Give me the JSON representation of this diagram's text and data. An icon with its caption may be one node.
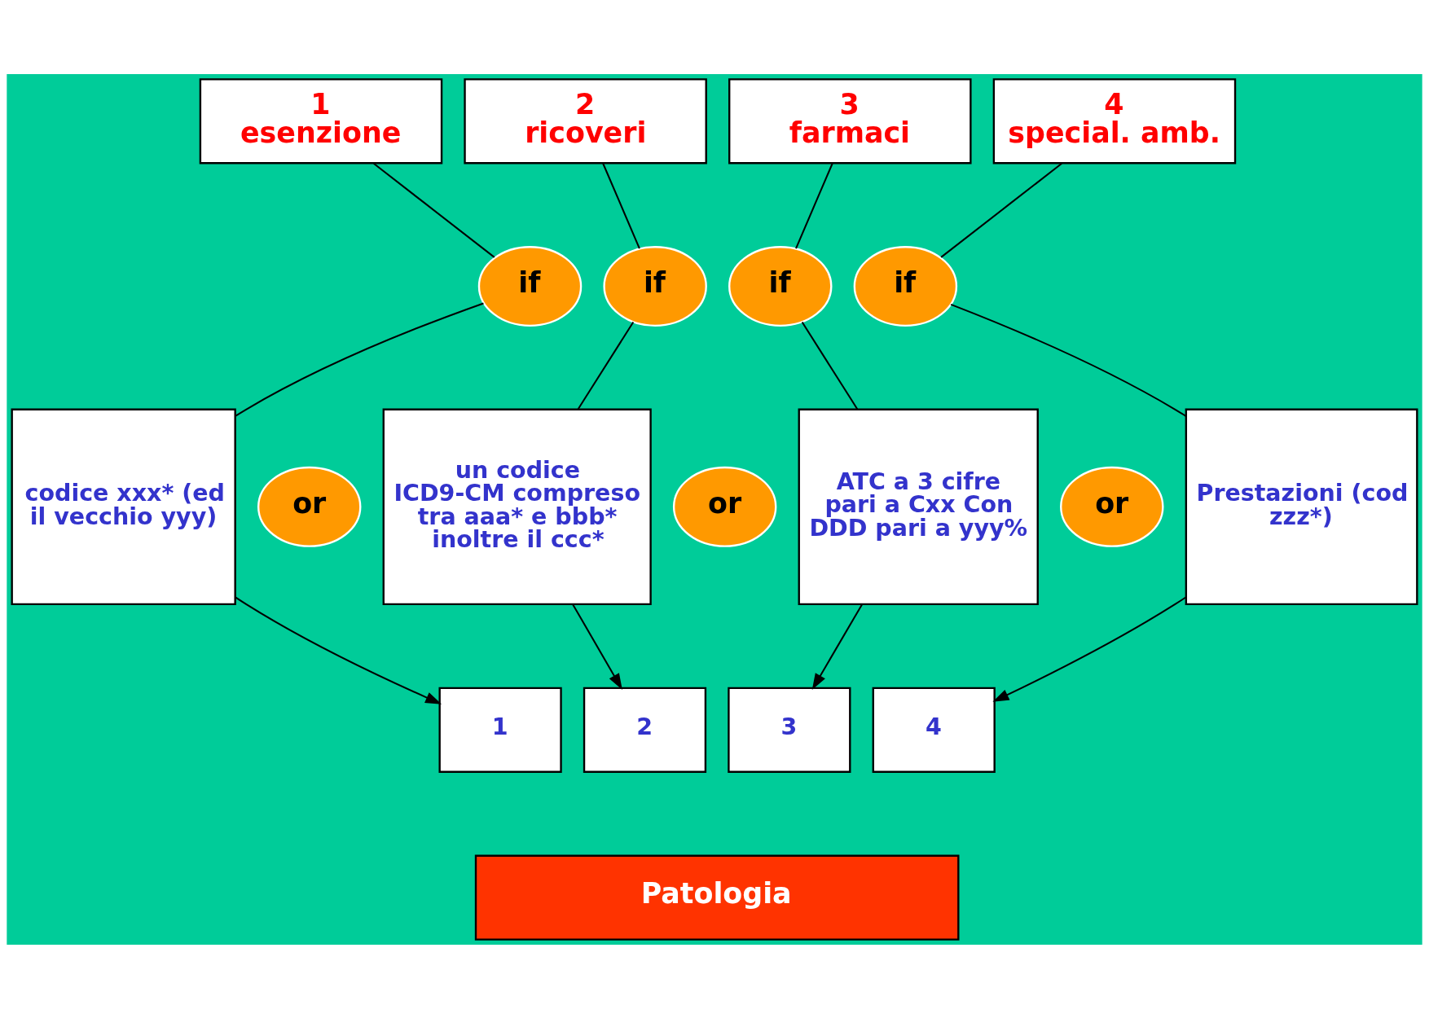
{
  "diagram": {
    "nodes": [
      {
        "text": [
          "1",
          "esenzione"
        ]
      },
      {
        "text": [
          "2",
          "ricoveri"
        ]
      },
      {
        "text": [
          "3",
          "farmaci"
        ]
      },
      {
        "text": [
          "4",
          "special. amb."
        ]
      },
      {
        "text": [
          "if"
        ]
      },
      {
        "text": [
          "if"
        ]
      },
      {
        "text": [
          "if"
        ]
      },
      {
        "text": [
          "if"
        ]
      },
      {
        "text": [
          "codice xxx* (ed il vecchio yyy)"
        ]
      },
      {
        "text": [
          "or"
        ]
      },
      {
        "text": [
          "un codice ICD9-CM compreso tra aaa* e bbb* inoltre il ccc*"
        ]
      },
      {
        "text": [
          "or"
        ]
      },
      {
        "text": [
          "ATC a 3 cifre pari a Cxx Con DDD pari a yyy%"
        ]
      },
      {
        "text": [
          "or"
        ]
      },
      {
        "text": [
          "Prestazioni (cod zzz*)"
        ]
      },
      {
        "text": [
          "1"
        ]
      },
      {
        "text": [
          "2"
        ]
      },
      {
        "text": [
          "3"
        ]
      },
      {
        "text": [
          "4"
        ]
      },
      {
        "text": [
          "Patologia"
        ]
      }
    ],
    "edges": [
      {
        "from": 0,
        "to": 4,
        "arrow": "none"
      },
      {
        "from": 4,
        "to": 8,
        "arrow": "none"
      },
      {
        "from": 1,
        "to": 5,
        "arrow": "none"
      },
      {
        "from": 5,
        "to": 10,
        "arrow": "none"
      },
      {
        "from": 2,
        "to": 6,
        "arrow": "none"
      },
      {
        "from": 6,
        "to": 12,
        "arrow": "none"
      },
      {
        "from": 3,
        "to": 7,
        "arrow": "none"
      },
      {
        "from": 7,
        "to": 14,
        "arrow": "none"
      },
      {
        "from": 8,
        "to": 15,
        "arrow": "to"
      },
      {
        "from": 10,
        "to": 16,
        "arrow": "to"
      },
      {
        "from": 12,
        "to": 17,
        "arrow": "to"
      },
      {
        "from": 14,
        "to": 18,
        "arrow": "to"
      }
    ]
  }
}
